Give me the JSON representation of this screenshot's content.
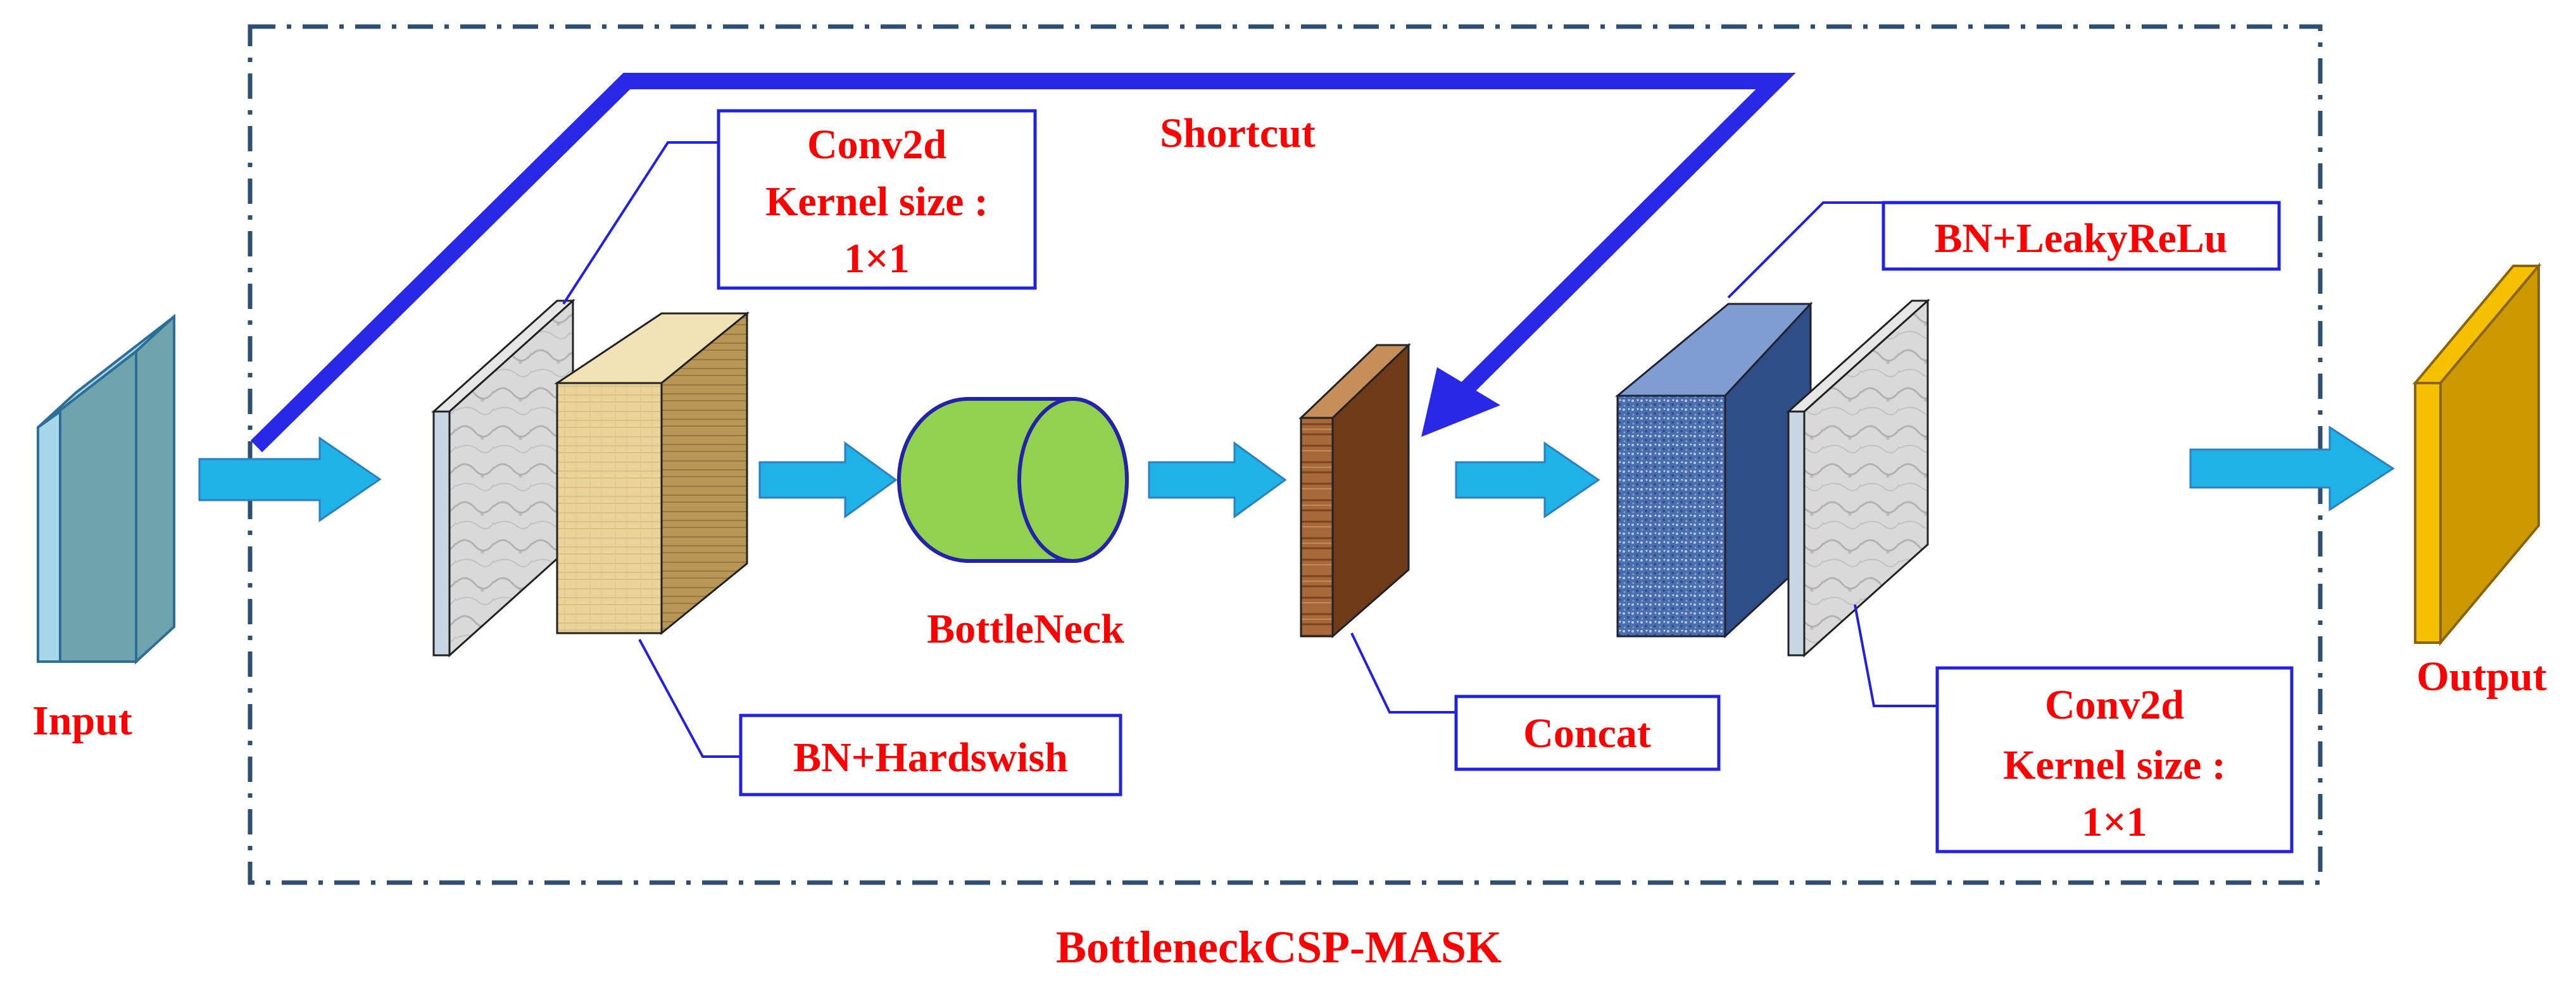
{
  "colors": {
    "label_red": "#ff0000",
    "box_border": "#2222dd",
    "arrow_fill": "#1fb2e6",
    "arrow_edge": "#2c7fc0",
    "shortcut_blue": "#2828e6",
    "dash_border": "#2e4f72",
    "input_front": "#6fa3ad",
    "input_side": "#a7d6ea",
    "output_front": "#cc9900",
    "output_side": "#f5c000",
    "bottleneck_green": "#92d050",
    "concat_wood": "#a46535",
    "texture_blue": "#4a6fb0",
    "marble": "#d6d6d6",
    "plywood": "#e8d39a"
  },
  "diagram": {
    "container_title": "BottleneckCSP-MASK",
    "input_label": "Input",
    "output_label": "Output",
    "shortcut_label": "Shortcut",
    "bottleneck_label": "BottleNeck",
    "boxes": {
      "conv_top": [
        "Conv2d",
        "Kernel size :",
        "1×1"
      ],
      "bn_hardswish": "BN+Hardswish",
      "concat": "Concat",
      "bn_leaky": "BN+LeakyReLu",
      "conv_bottom": [
        "Conv2d",
        "Kernel size :",
        "1×1"
      ]
    },
    "icons": [
      "arrow-right-icon",
      "cylinder-icon",
      "curved-arrow-icon"
    ]
  }
}
